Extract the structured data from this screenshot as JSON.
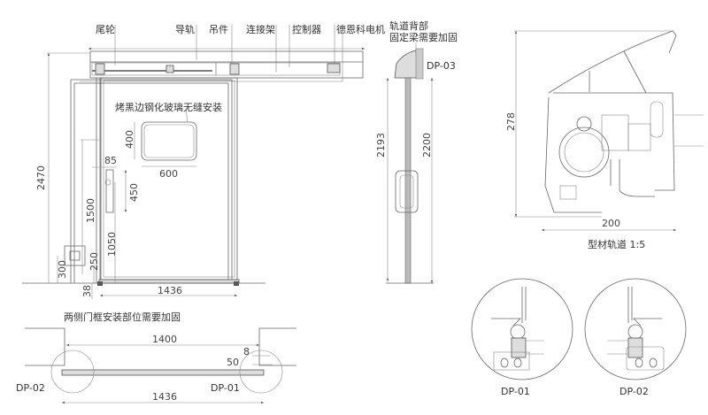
{
  "front_view": {
    "component_labels": [
      "尾轮",
      "导轨",
      "吊件",
      "连接架",
      "控制器",
      "德恩科电机"
    ],
    "beam_note_line1": "轨道背部",
    "beam_note_line2": "固定梁需要加固",
    "glass_note": "烤黑边钢化玻璃无缝安装",
    "dims": {
      "total_height": "2470",
      "window_height": "400",
      "window_width": "600",
      "handle_offset": "85",
      "handle_length": "450",
      "switch_height": "1500",
      "handle_height": "1050",
      "box_height": "300",
      "box_offset": "250",
      "floor_gap": "38",
      "door_width": "1436"
    }
  },
  "side_view": {
    "detail_label": "DP-03",
    "dim_inner": "2193",
    "dim_outer": "2200"
  },
  "profile_view": {
    "dim_height": "278",
    "dim_width": "200",
    "caption": "型材轨道 1:5"
  },
  "plan_view": {
    "note": "两侧门框安装部位需要加固",
    "dim_opening": "1400",
    "dim_total": "1436",
    "dim_8": "8",
    "dim_50": "50",
    "detail_left": "DP-02",
    "detail_right": "DP-01"
  },
  "details": {
    "dp01_label": "DP-01",
    "dp02_label": "DP-02"
  }
}
